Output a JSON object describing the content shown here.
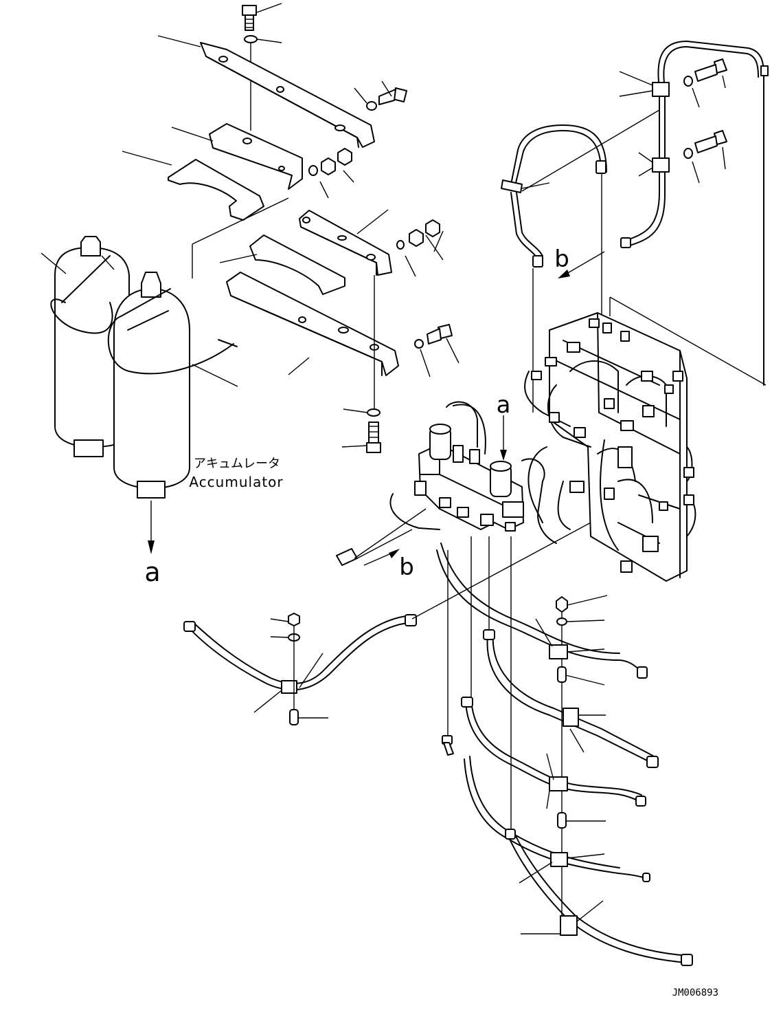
{
  "labels": {
    "accumulator_jp": "アキュムレータ",
    "accumulator_en": "Accumulator",
    "connector_a_left": "a",
    "connector_a_right": "a",
    "connector_b_upper": "b",
    "connector_b_lower": "b",
    "drawing_number": "JM006893"
  }
}
